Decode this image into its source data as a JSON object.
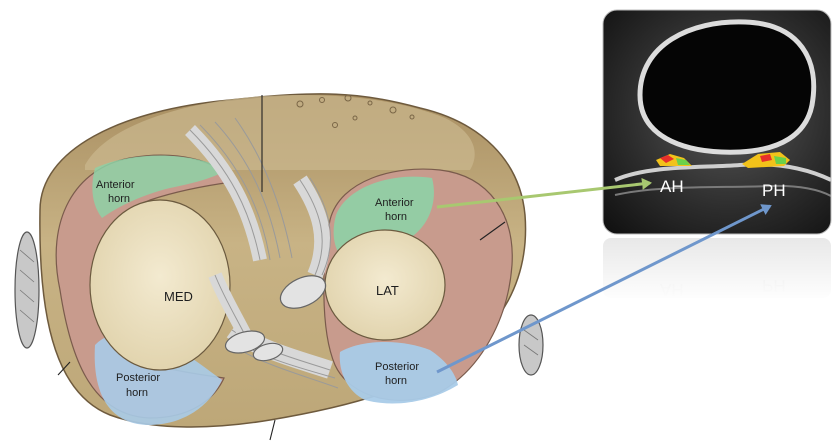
{
  "diagram": {
    "medial_label": "MED",
    "lateral_label": "LAT",
    "medial_anterior_horn": [
      "Anterior",
      "horn"
    ],
    "medial_posterior_horn": [
      "Posterior",
      "horn"
    ],
    "lateral_anterior_horn": [
      "Anterior",
      "horn"
    ],
    "lateral_posterior_horn": [
      "Posterior",
      "horn"
    ]
  },
  "mri": {
    "anterior_label": "AH",
    "posterior_label": "PH"
  },
  "colors": {
    "anterior_horn": "#8ed1a6",
    "posterior_horn": "#a9cbe8",
    "tibial_bone": "#c9b48a",
    "meniscus_body": "#c79a8c",
    "articular_surface": "#ece1c2",
    "arrow_green": "#a8c870",
    "arrow_blue": "#6f97cc"
  }
}
